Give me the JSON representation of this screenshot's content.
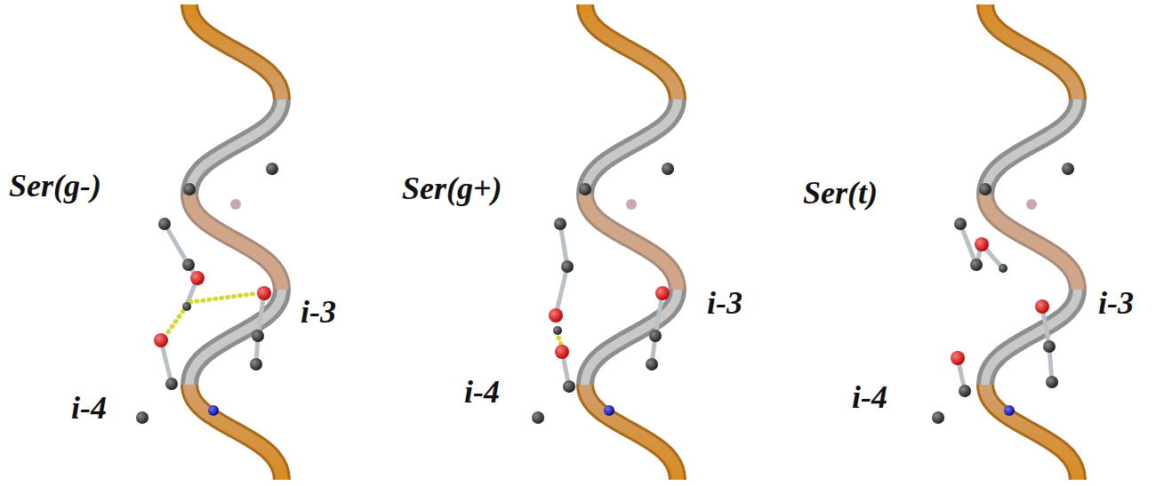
{
  "diagram": {
    "labels": [
      "Ser(g-)",
      "i-3",
      "i-4",
      "Ser(g+)",
      "i-3",
      "i-4",
      "Ser(t)",
      "i-3",
      "i-4"
    ]
  }
}
